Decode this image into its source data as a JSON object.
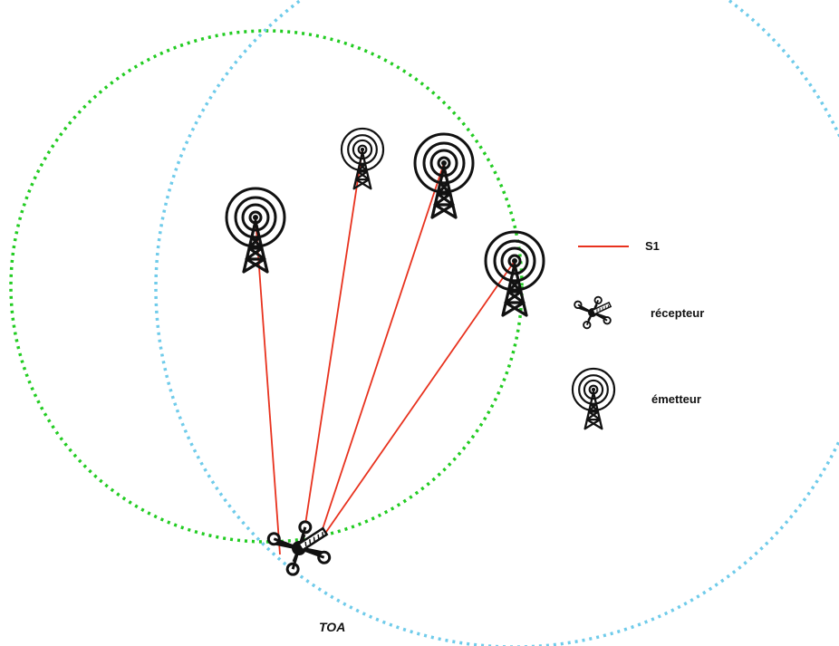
{
  "legend": {
    "signal_label": "S1",
    "receiver_label": "récepteur",
    "transmitter_label": "émetteur"
  },
  "caption": "TOA",
  "colors": {
    "signal": "#e8321e",
    "circle_green": "#22cc22",
    "circle_blue": "#6fcbea",
    "ink": "#111111"
  },
  "icons": {
    "transmitter": "radio-tower-icon",
    "receiver": "drone-icon"
  }
}
